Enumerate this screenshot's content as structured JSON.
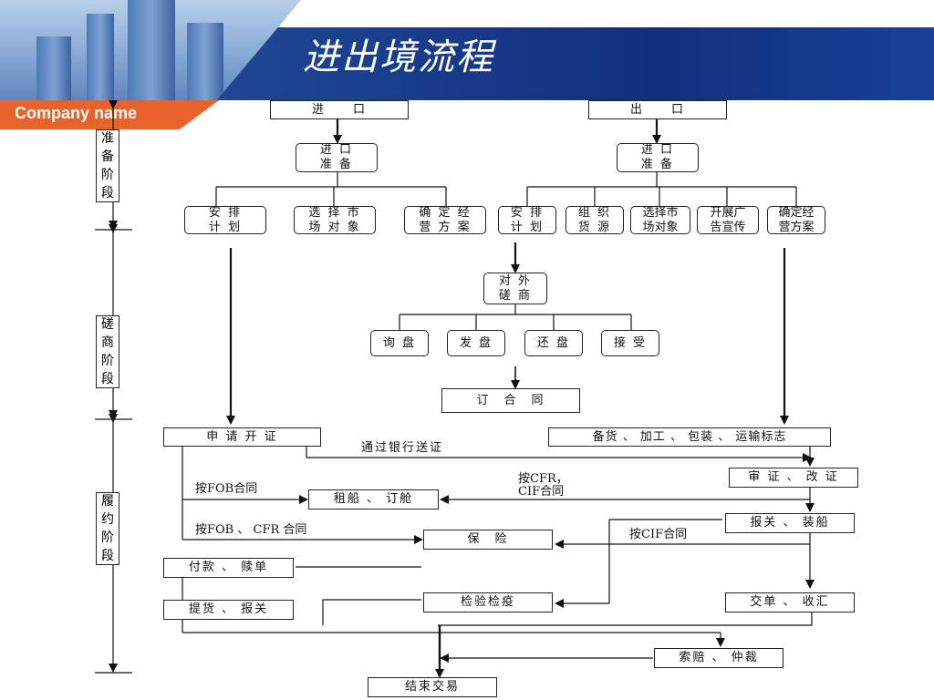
{
  "slide": {
    "title": "进出境流程",
    "company": "Company name"
  },
  "stages": {
    "prepare": "准备阶段",
    "negotiate": "磋商阶段",
    "perform": "履约阶段"
  },
  "import": {
    "header": "进　　口",
    "prepare": "进 口\n准 备",
    "plan": "安 排\n计 划",
    "market": "选 择 市\n场 对 象",
    "scheme": "确 定 经\n营 方 案"
  },
  "export": {
    "header": "出　　口",
    "prepare": "进 口\n准 备",
    "plan": "安 排\n计 划",
    "organize": "组 织\n货 源",
    "market": "选择市\n场对象",
    "promote": "开展广\n告宣传",
    "scheme": "确定经\n营方案"
  },
  "negotiation": {
    "consult": "对 外\n磋 商",
    "inquiry": "询 盘",
    "offer": "发 盘",
    "counter": "还 盘",
    "accept": "接 受",
    "contract": "订　合　同"
  },
  "perform": {
    "apply_lc": "申 请 开 证",
    "via_bank": "通过银行送证",
    "goods": "备货 、 加工 、 包装 、 运输标志",
    "check_lc": "审 证 、 改 证",
    "fob": "按FOB合同",
    "cfr_cif": "按CFR，\nCIF合同",
    "charter": "租船 、 订舱",
    "fob_cfr": "按FOB 、 CFR 合同",
    "insurance": "保　险",
    "cif": "按CIF合同",
    "customs_ship": "报关 、 装船",
    "payment": "付款 、 赎单",
    "pickup": "提货 、 报关",
    "inspection": "检验检疫",
    "documents": "交单 、 收汇",
    "claim": "索赔 、 仲裁",
    "end": "结束交易"
  }
}
